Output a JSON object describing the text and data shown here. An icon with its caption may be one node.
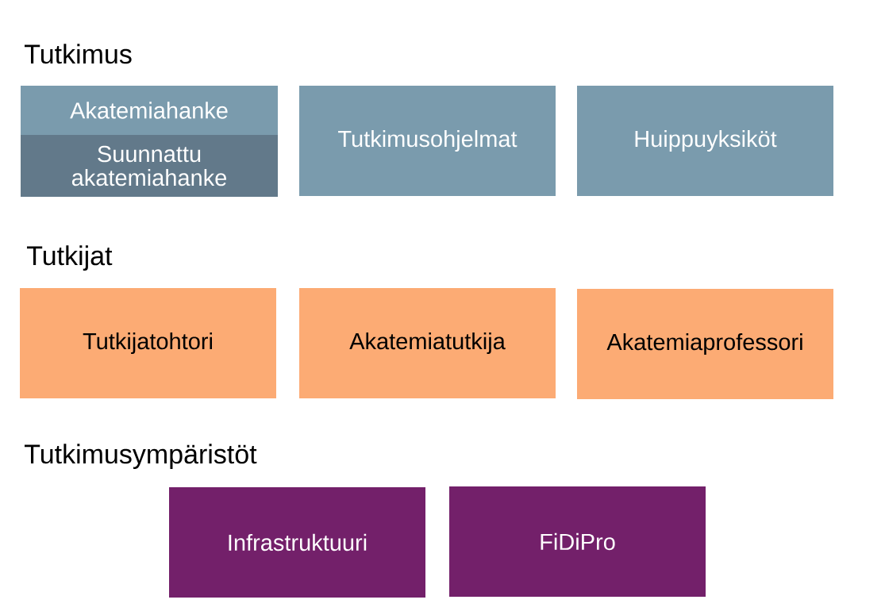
{
  "diagram": {
    "nodes": [
      {
        "text": [
          "Akatemiahanke"
        ]
      },
      {
        "text": [
          "Suunnattu akatemiahanke"
        ]
      },
      {
        "text": [
          "Tutkimusohjelmat"
        ]
      },
      {
        "text": [
          "Huippuyksiköt"
        ]
      },
      {
        "text": [
          "Tutkijatohtori"
        ]
      },
      {
        "text": [
          "Akatemiatutkija"
        ]
      },
      {
        "text": [
          "Akatemiaprofessori"
        ]
      },
      {
        "text": [
          "Infrastruktuuri"
        ]
      },
      {
        "text": [
          "FiDiPro"
        ]
      }
    ],
    "labels": [
      "Tutkimus",
      "Tutkijat",
      "Tutkimusympäristöt"
    ]
  }
}
